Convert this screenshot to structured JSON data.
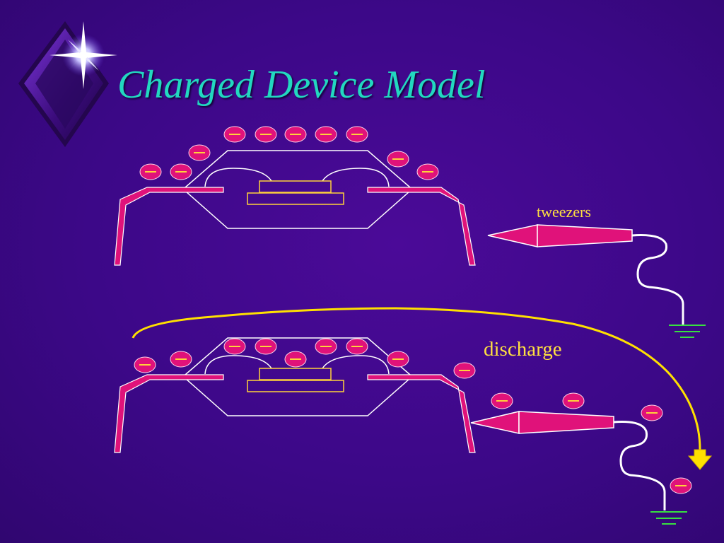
{
  "slide": {
    "title": "Charged Device Model",
    "labels": {
      "tweezers": "tweezers",
      "discharge": "discharge"
    },
    "colors": {
      "background": "#3e0a8c",
      "title": "#22d8c0",
      "charge_fill": "#e0127a",
      "charge_sign": "#ffd23a",
      "lead": "#e0127a",
      "die": "#ffd23a",
      "arc": "#ffe000",
      "ground": "#38e040",
      "outline": "#ffffff"
    },
    "charge_symbol": "–",
    "icons": [
      "star-diamond-logo-icon",
      "ground-symbol-icon",
      "down-arrow-icon"
    ]
  }
}
